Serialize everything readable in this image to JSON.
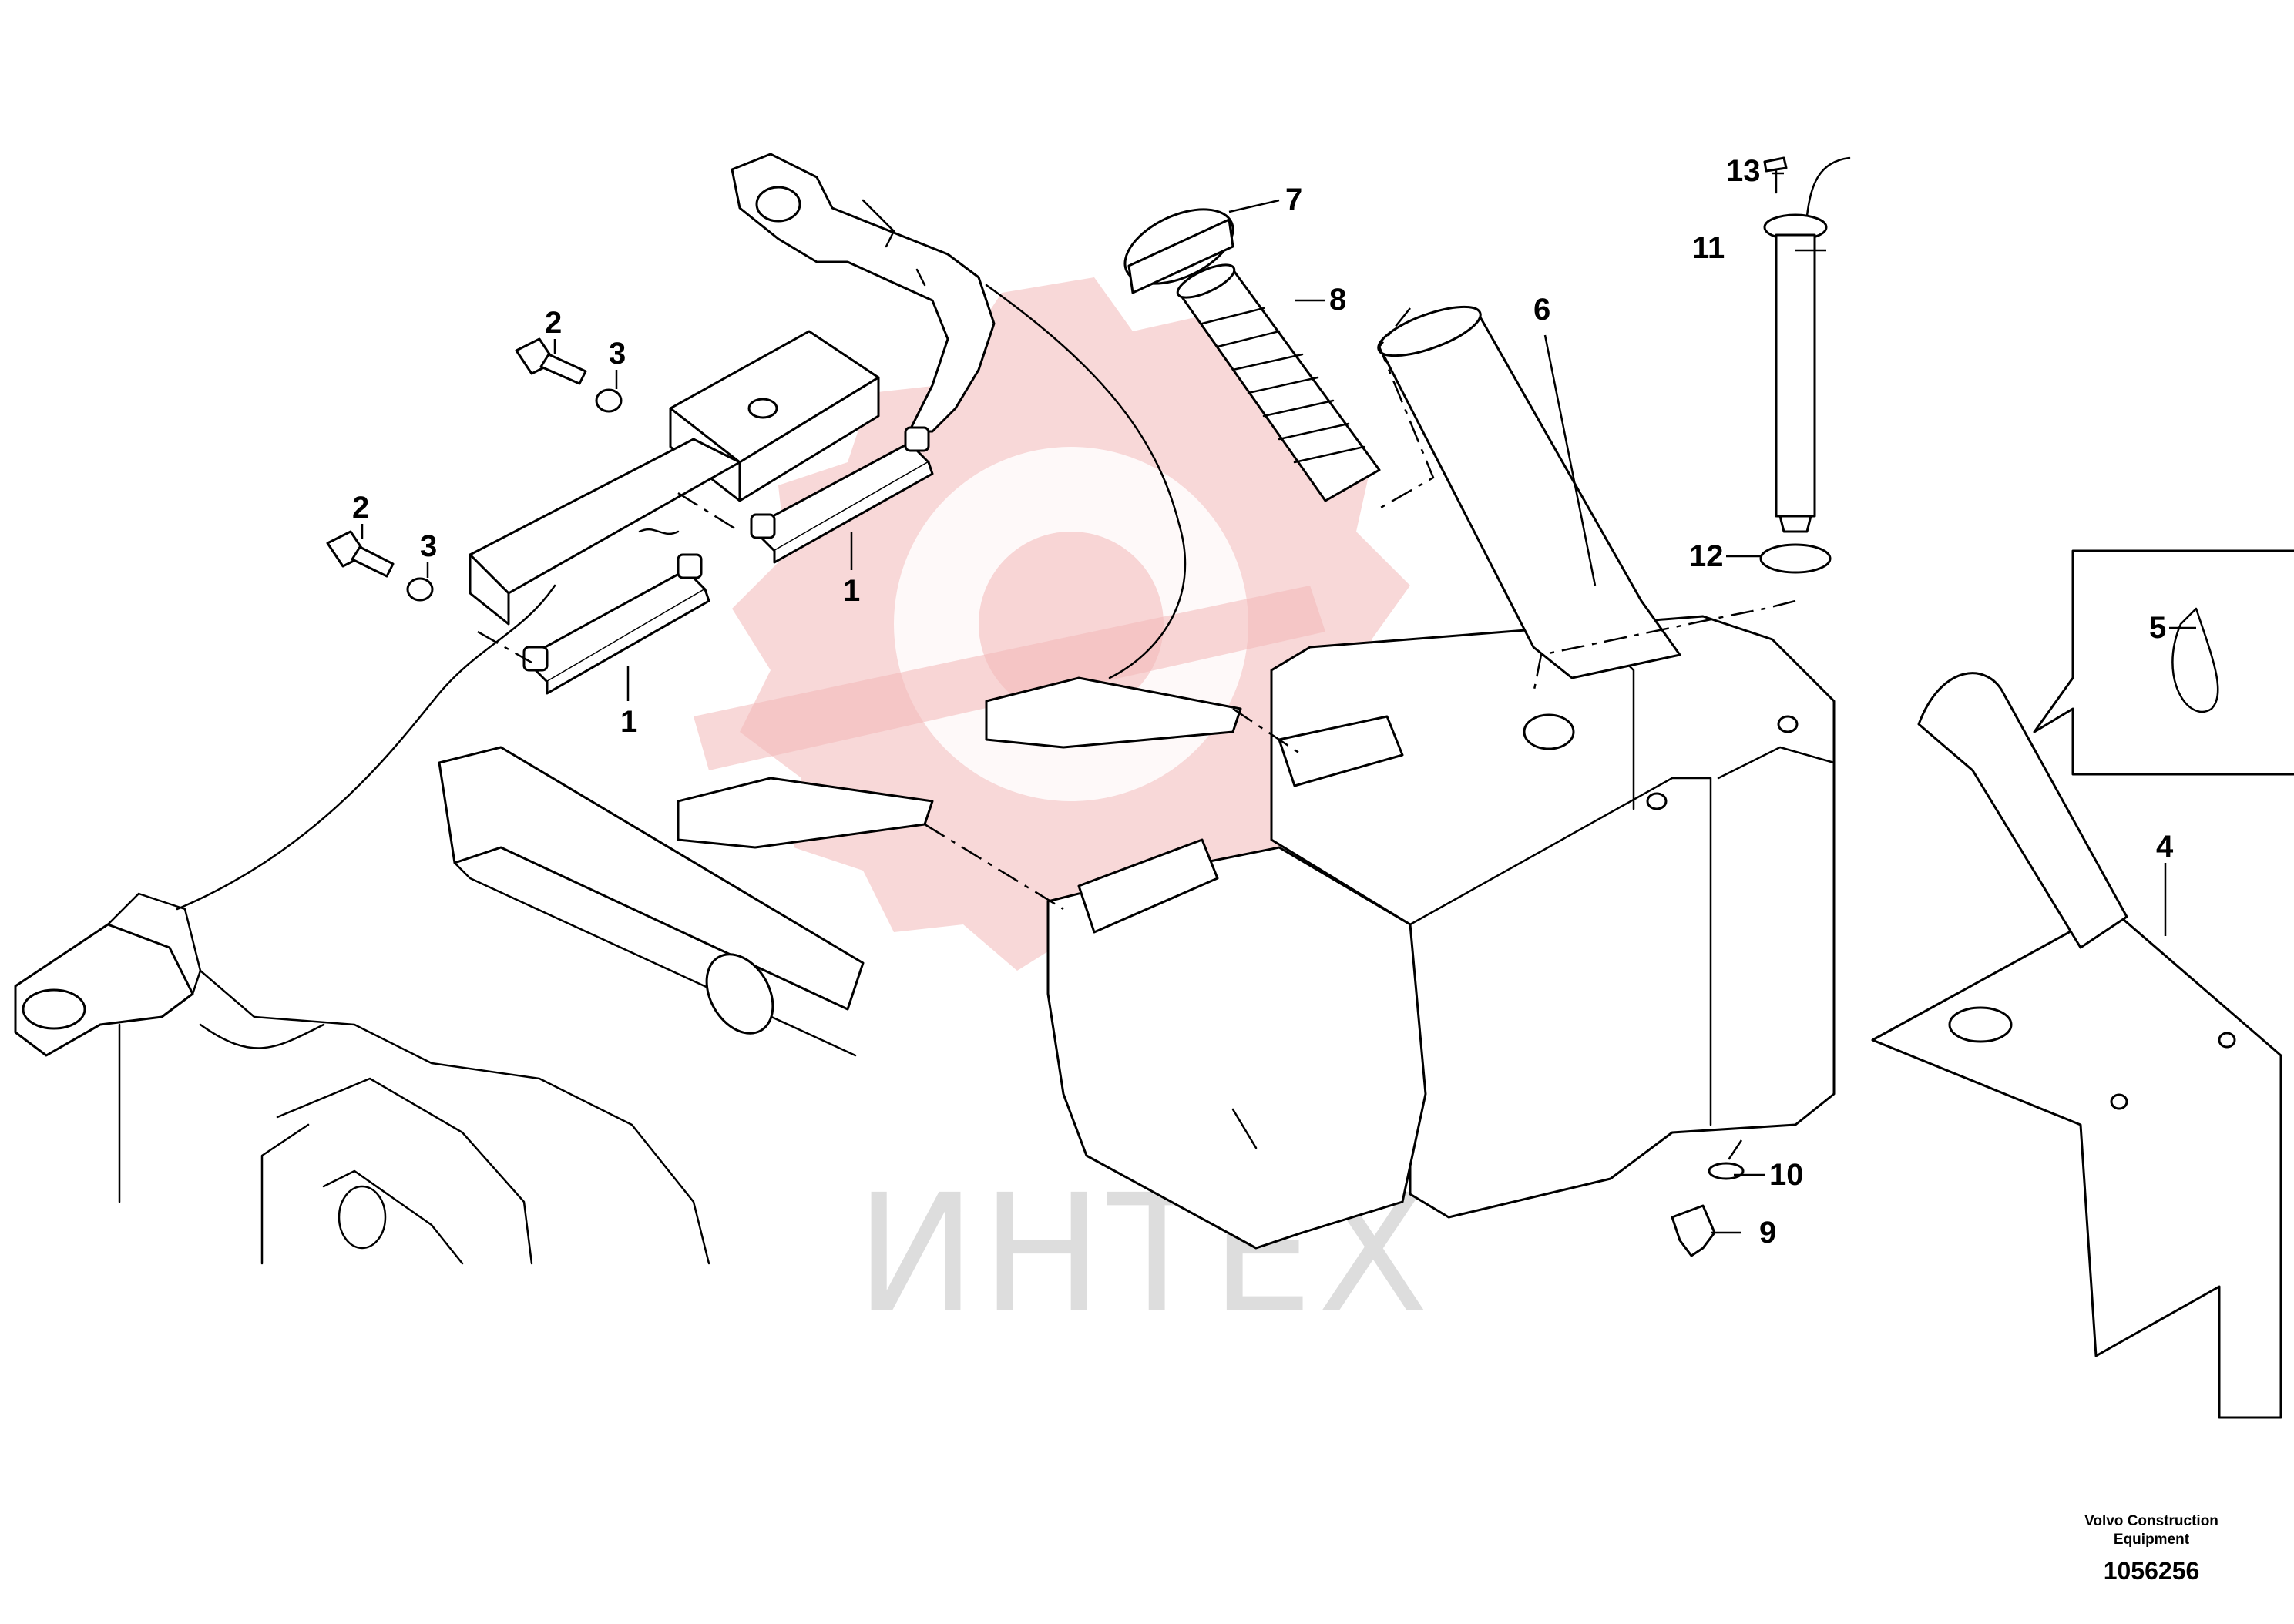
{
  "watermark": {
    "text": "ИНТЕХ",
    "color": "#f2b8b8"
  },
  "brand": {
    "line1": "Volvo Construction",
    "line2": "Equipment"
  },
  "document_number": "1056256",
  "callouts": {
    "c1a": "1",
    "c1b": "1",
    "c2a": "2",
    "c2b": "2",
    "c3a": "3",
    "c3b": "3",
    "c4": "4",
    "c5": "5",
    "c6": "6",
    "c7": "7",
    "c8": "8",
    "c9": "9",
    "c10": "10",
    "c11": "11",
    "c12": "12",
    "c13": "13"
  }
}
